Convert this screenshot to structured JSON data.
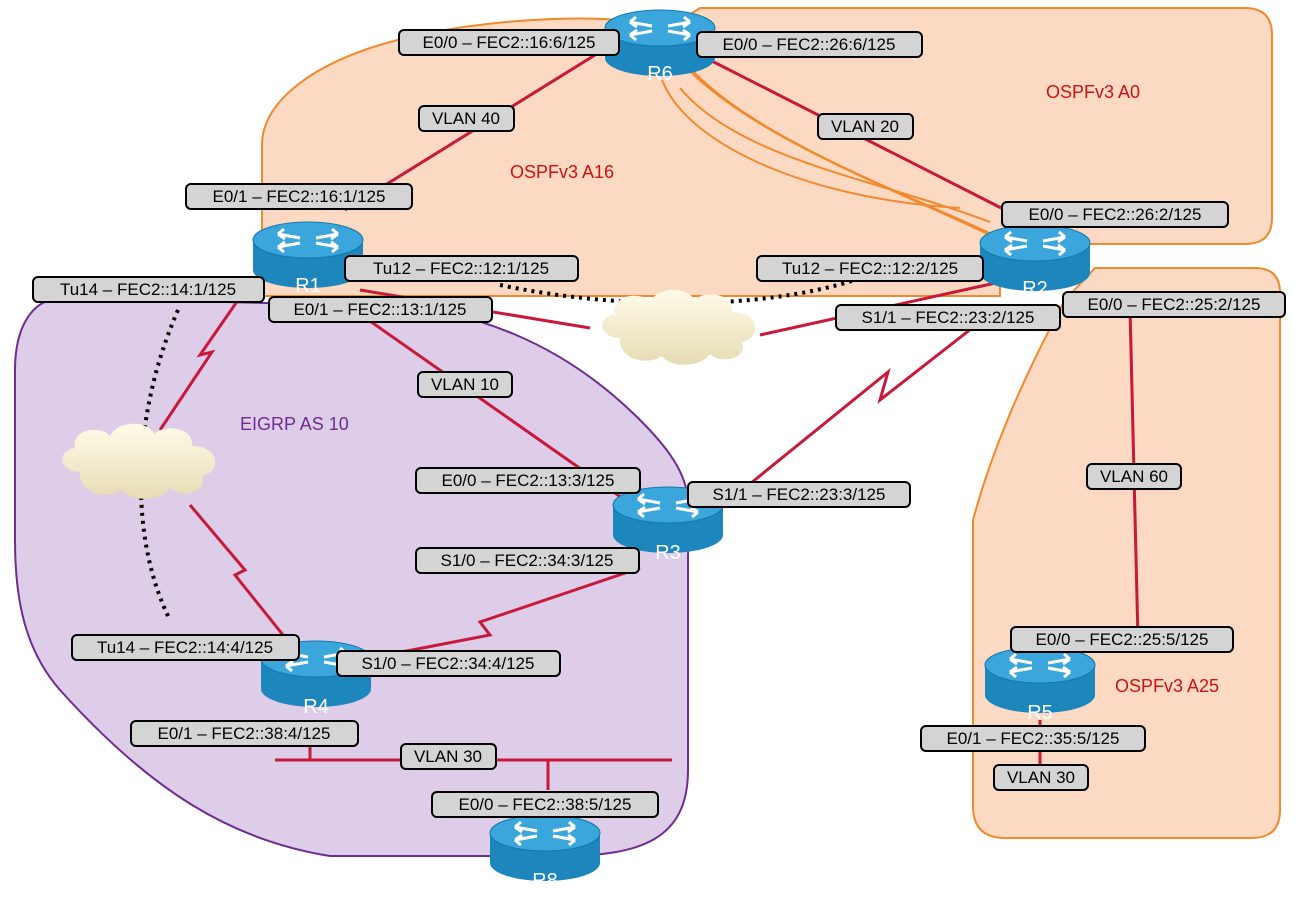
{
  "colors": {
    "ospf_fill": "#fbd9c3",
    "ospf_stroke": "#f08a2c",
    "eigrp_fill": "#ddcde9",
    "eigrp_stroke": "#6f2c8f",
    "link": "#c8193a",
    "ospf_text": "#cc1111",
    "eigrp_text": "#6f2c8f",
    "label_fill": "#d4d4d4",
    "router_body": "#1f8fc8"
  },
  "areas": {
    "a16": "OSPFv3 A16",
    "a0": "OSPFv3 A0",
    "a25": "OSPFv3 A25",
    "eigrp": "EIGRP AS 10"
  },
  "routers": {
    "r1": "R1",
    "r2": "R2",
    "r3": "R3",
    "r4": "R4",
    "r5": "R5",
    "r6": "R6",
    "r8": "R8"
  },
  "interfaces": {
    "r6_e00_a": "E0/0 – FEC2::16:6/125",
    "r6_e00_b": "E0/0 – FEC2::26:6/125",
    "r1_e01_16": "E0/1 – FEC2::16:1/125",
    "r1_tu12": "Tu12 – FEC2::12:1/125",
    "r2_tu12": "Tu12 – FEC2::12:2/125",
    "r2_e00_26": "E0/0 – FEC2::26:2/125",
    "r1_tu14": "Tu14 – FEC2::14:1/125",
    "r1_e01_13": "E0/1 – FEC2::13:1/125",
    "r2_s11": "S1/1 – FEC2::23:2/125",
    "r2_e00_25": "E0/0 – FEC2::25:2/125",
    "r3_e00": "E0/0 – FEC2::13:3/125",
    "r3_s11": "S1/1 – FEC2::23:3/125",
    "r3_s10": "S1/0 – FEC2::34:3/125",
    "r4_tu14": "Tu14 – FEC2::14:4/125",
    "r4_s10": "S1/0 – FEC2::34:4/125",
    "r5_e00": "E0/0 – FEC2::25:5/125",
    "r4_e01": "E0/1 – FEC2::38:4/125",
    "r5_e01": "E0/1 – FEC2::35:5/125",
    "r8_e00": "E0/0 – FEC2::38:5/125"
  },
  "vlans": {
    "v40": "VLAN 40",
    "v20": "VLAN 20",
    "v10": "VLAN 10",
    "v60": "VLAN 60",
    "v30_left": "VLAN 30",
    "v30_right": "VLAN 30"
  },
  "icons": [
    "router-icon",
    "cloud-icon",
    "serial-link-icon",
    "tunnel-icon"
  ]
}
